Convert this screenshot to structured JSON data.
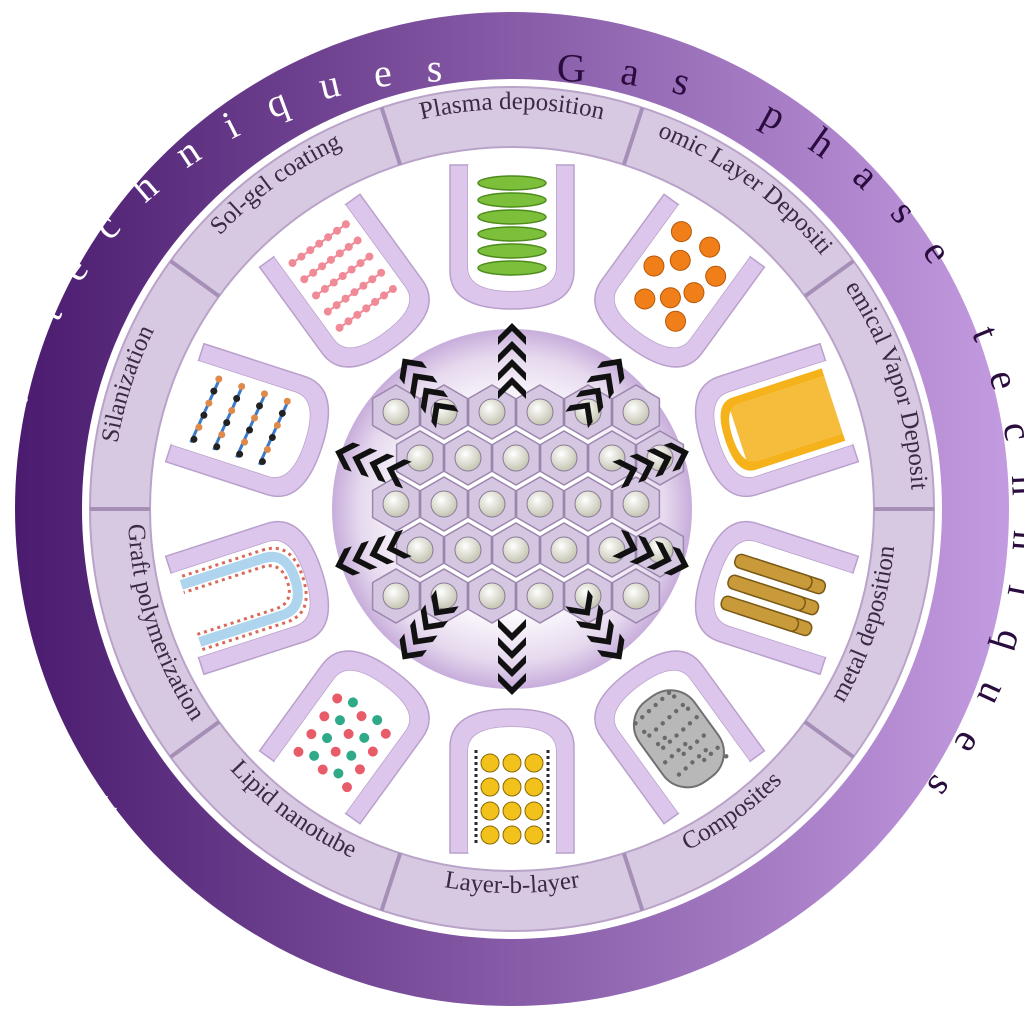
{
  "outer_ring": {
    "wet_label": "Wet Chem. techniques",
    "gas_label": "Gas phase techniques"
  },
  "colors": {
    "ring_dark": "#4a1b6e",
    "ring_light": "#c39be0",
    "band": "#d8c9e2",
    "tube": "#ddc6ec",
    "tube_inner": "#ffffff",
    "arrow": "#111111",
    "cell_fill": "#d5c7e2",
    "pore": "#f2f2ea"
  },
  "techniques": [
    {
      "label": "Plasma deposition",
      "icon": "stacked-discs-icon",
      "color": "#7bbf3a"
    },
    {
      "label": "Atomic Layer Deposition",
      "icon": "scattered-spheres-icon",
      "color": "#f07f1a"
    },
    {
      "label": "Chemical Vapor Deposition",
      "icon": "film-coating-icon",
      "color": "#f5b21a"
    },
    {
      "label": "metal deposition",
      "icon": "nanorod-bundle-icon",
      "color": "#c99a3a"
    },
    {
      "label": "Composites",
      "icon": "porous-cylinder-icon",
      "color": "#b8b8b8"
    },
    {
      "label": "Layer-b-layer",
      "icon": "composite-particles-icon",
      "color": "#f3c11c"
    },
    {
      "label": "Lipid nanotube",
      "icon": "layered-chains-icon",
      "color": "#e85c6a"
    },
    {
      "label": "Graft polymerization",
      "icon": "u-tube-icon",
      "color": "#d86a5a"
    },
    {
      "label": "Silanization",
      "icon": "grafted-brush-icon",
      "color": "#e08a4a"
    },
    {
      "label": "Sol-gel coating",
      "icon": "silane-chains-icon",
      "color": "#f08a96"
    }
  ]
}
